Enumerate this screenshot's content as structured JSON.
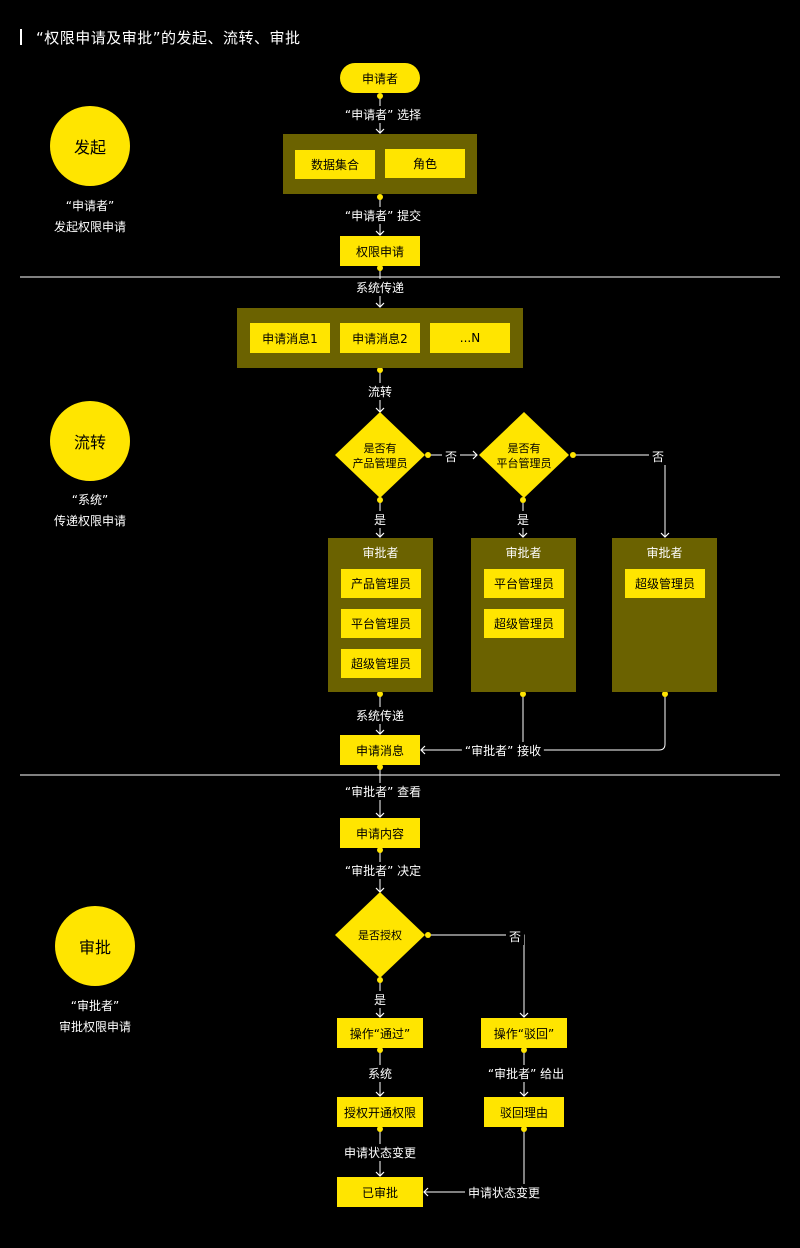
{
  "title": "“权限申请及审批”的发起、流转、审批",
  "phases": {
    "initiate": {
      "circle": "发起",
      "label_line1": "“申请者”",
      "label_line2": "发起权限申请"
    },
    "transfer": {
      "circle": "流转",
      "label_line1": "“系统”",
      "label_line2": "传递权限申请"
    },
    "approve": {
      "circle": "审批",
      "label_line1": "“审批者”",
      "label_line2": "审批权限申请"
    }
  },
  "initiate": {
    "applicant": "申请者",
    "choose_label": "“申请者” 选择",
    "dataset": "数据集合",
    "role": "角色",
    "submit_label": "“申请者” 提交",
    "request": "权限申请"
  },
  "transfer": {
    "system_pass_label": "系统传递",
    "msg1": "申请消息1",
    "msg2": "申请消息2",
    "msgN": "...N",
    "flow_label": "流转",
    "diamond1_line1": "是否有",
    "diamond1_line2": "产品管理员",
    "diamond2_line1": "是否有",
    "diamond2_line2": "平台管理员",
    "no1": "否",
    "no2": "否",
    "yes1": "是",
    "yes2": "是",
    "panel_title": "审批者",
    "panel1": [
      "产品管理员",
      "平台管理员",
      "超级管理员"
    ],
    "panel2": [
      "平台管理员",
      "超级管理员"
    ],
    "panel3": [
      "超级管理员"
    ],
    "system_pass_label2": "系统传递",
    "approver_receive": "“审批者” 接收",
    "request_msg": "申请消息"
  },
  "approve": {
    "view_label": "“审批者” 查看",
    "content": "申请内容",
    "decide_label": "“审批者” 决定",
    "diamond": "是否授权",
    "no": "否",
    "yes": "是",
    "pass": "操作“通过”",
    "reject": "操作“驳回”",
    "system": "系统",
    "give_label": "“审批者” 给出",
    "grant": "授权开通权限",
    "reason": "驳回理由",
    "status_change1": "申请状态变更",
    "status_change2": "申请状态变更",
    "done": "已审批"
  },
  "colors": {
    "accent": "#FFE500",
    "panel": "#6B6200",
    "background": "#000000",
    "line": "#FFFFFF"
  }
}
